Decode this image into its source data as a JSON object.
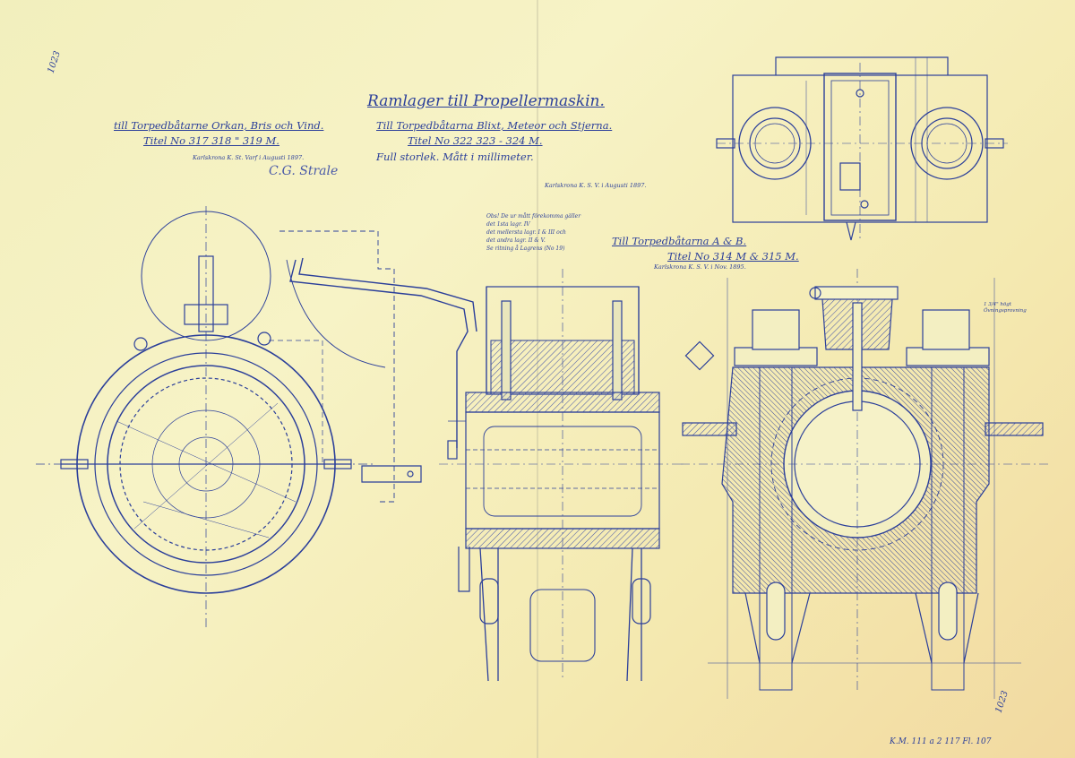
{
  "title": "Ramlager till Propellermaskin.",
  "left_block": {
    "line1": "till Torpedbåtarne Orkan, Bris och Vind.",
    "line2": "Titel No 317 318 \" 319 M.",
    "line3": "Karlskrona K. St. Varf i Augusti 1897.",
    "signature": "C.G. Strale"
  },
  "right_block": {
    "line1": "Till Torpedbåtarna Blixt, Meteor och Stjerna.",
    "line2": "Titel No 322 323 - 324 M.",
    "line3": "Full storlek.   Mått i millimeter.",
    "line4": "Karlskrona K. S. V. i Augusti 1897."
  },
  "note": "Obs! De ur mått förekomma gäller\ndet 1sta lagr. IV\ndet mellersta lagr. I & III och\ndet andra lagr. II & V.\nSe ritning å Lagrens (No 19)",
  "ab_block": {
    "line1": "Till Torpedbåtarna A & B.",
    "line2": "Titel No 314 M & 315 M.",
    "line3": "Karlskrona K. S. V. i Nov. 1895."
  },
  "corner_top_left": "1023",
  "corner_bottom_right": "1023",
  "archive_stamp": "K.M. 111 a 2 117   Fl. 107",
  "side_note": "1 3/4\" högt\nÖvningsprovning",
  "colors": {
    "paper": "#f4efbf",
    "ink": "#2b3f9a",
    "hatch": "#4a5aa8"
  }
}
